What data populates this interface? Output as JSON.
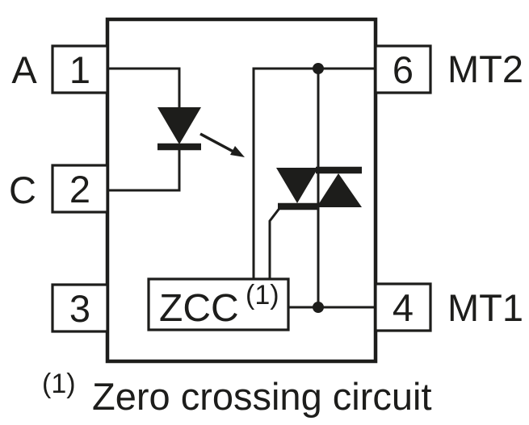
{
  "diagram": {
    "description": "opto-triac internal schematic",
    "ink_color": "#1d1d1b",
    "background_color": "#ffffff",
    "pins": [
      {
        "number": "1",
        "label": "A"
      },
      {
        "number": "2",
        "label": "C"
      },
      {
        "number": "3",
        "label": ""
      },
      {
        "number": "6",
        "label": "MT2"
      },
      {
        "number": "4",
        "label": "MT1"
      }
    ],
    "zcc": {
      "label": "ZCC",
      "note_ref": "(1)"
    },
    "footnote": {
      "marker": "(1)",
      "text": "Zero crossing circuit"
    }
  }
}
